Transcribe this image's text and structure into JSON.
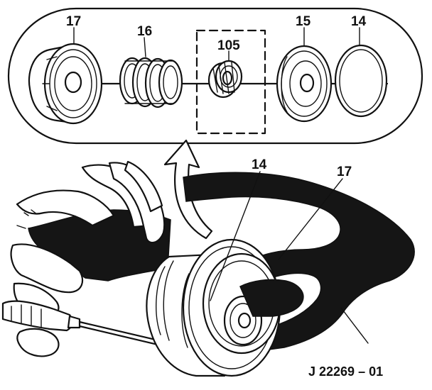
{
  "labels": {
    "exploded_top": {
      "piston": "17",
      "spring": "16",
      "inner_part": "105",
      "housing": "15",
      "seal_ring": "14"
    },
    "assembly": {
      "seal_ring": "14",
      "piston": "17"
    },
    "figure_id": "J 22269 – 01"
  },
  "colors": {
    "ink": "#111111",
    "fill": "#151515",
    "paper": "#ffffff"
  }
}
